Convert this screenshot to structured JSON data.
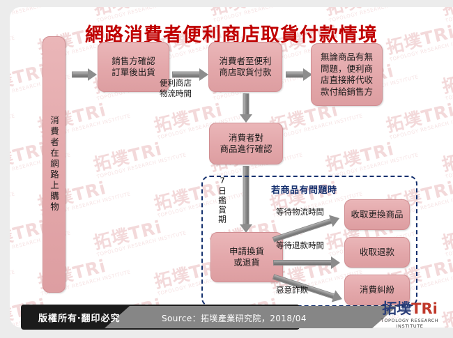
{
  "title": "網路消費者便利商店取貨付款情境",
  "watermark": {
    "brand": "拓墣TRi",
    "sub": "TOPOLOGY RESEARCH INSTITUTE"
  },
  "flow": {
    "start_box": "消費者在網路上購物",
    "boxes": [
      {
        "id": "seller-ship",
        "text": "銷售方確認\n訂單後出貨"
      },
      {
        "id": "pickup-pay",
        "text": "消費者至便利\n商店取貨付款"
      },
      {
        "id": "store-remit",
        "text": "無論商品有無\n問題，便利商\n店直接將代收\n款付給銷售方"
      },
      {
        "id": "confirm-goods",
        "text": "消費者對\n商品進行確認"
      },
      {
        "id": "apply-exchange",
        "text": "申請換貨\n或退貨"
      },
      {
        "id": "receive-replacement",
        "text": "收取更換商品"
      },
      {
        "id": "receive-refund",
        "text": "收取退款"
      },
      {
        "id": "consumer-dispute",
        "text": "消費糾紛"
      }
    ],
    "edge_labels": [
      {
        "id": "logistics-time",
        "text": "便利商店\n物流時間"
      },
      {
        "id": "cooling-off",
        "text": "7日鑑賞期"
      },
      {
        "id": "wait-logistics",
        "text": "等待物流時間"
      },
      {
        "id": "wait-refund",
        "text": "等待退款時間"
      },
      {
        "id": "malicious-fraud",
        "text": "惡意詐欺"
      }
    ],
    "dashed_group_label": "若商品有問題時"
  },
  "footer": {
    "copyright": "版權所有‧翻印必究",
    "source": "Source：拓墣產業研究院，2018/04",
    "logo_zh": "拓墣",
    "logo_en": "TRi",
    "logo_sub": "TOPOLOGY RESEARCH INSTITUTE"
  },
  "colors": {
    "title": "#c00000",
    "box_fill": "#e3a7aa",
    "box_border": "#d08e92",
    "dashed": "#14306e",
    "arrow": "#8d8d8d",
    "footer_dark": "#1b1b1b",
    "footer_gray": "#868686"
  }
}
